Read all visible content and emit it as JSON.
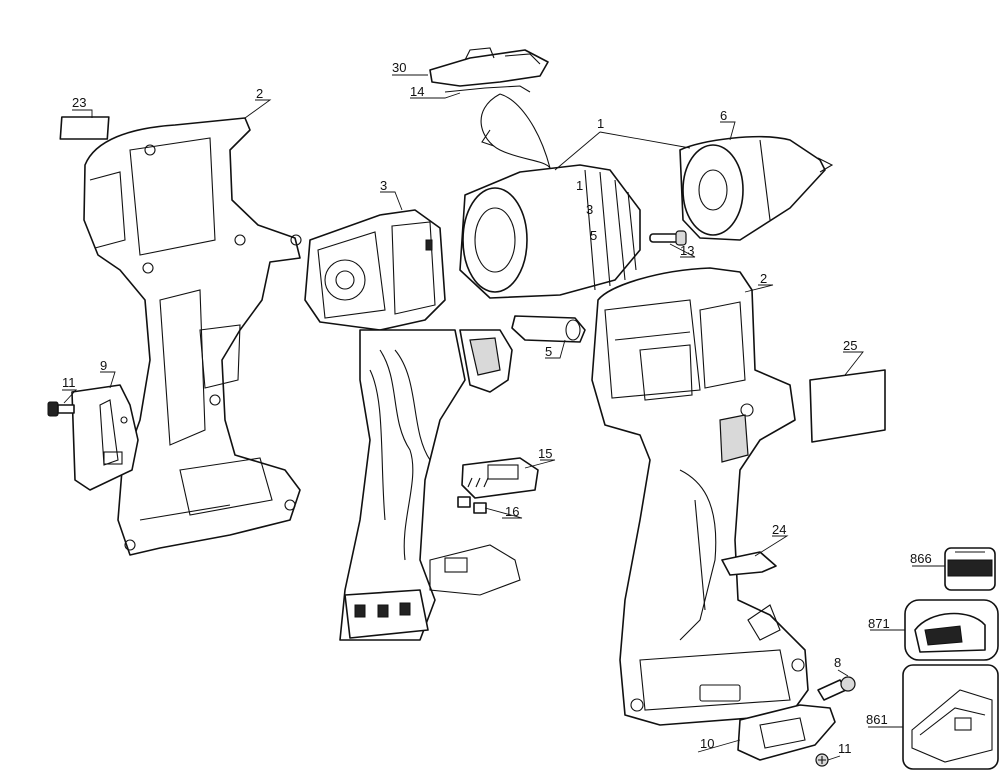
{
  "callouts": [
    {
      "id": "c30",
      "label": "30"
    },
    {
      "id": "c14",
      "label": "14"
    },
    {
      "id": "c23",
      "label": "23"
    },
    {
      "id": "c2a",
      "label": "2"
    },
    {
      "id": "c1",
      "label": "1"
    },
    {
      "id": "c6",
      "label": "6"
    },
    {
      "id": "c3",
      "label": "3"
    },
    {
      "id": "c13",
      "label": "13"
    },
    {
      "id": "c2b",
      "label": "2"
    },
    {
      "id": "c5",
      "label": "5"
    },
    {
      "id": "c25",
      "label": "25"
    },
    {
      "id": "c11a",
      "label": "11"
    },
    {
      "id": "c9",
      "label": "9"
    },
    {
      "id": "c15",
      "label": "15"
    },
    {
      "id": "c16",
      "label": "16"
    },
    {
      "id": "c24",
      "label": "24"
    },
    {
      "id": "c866",
      "label": "866"
    },
    {
      "id": "c871",
      "label": "871"
    },
    {
      "id": "c8",
      "label": "8"
    },
    {
      "id": "c861",
      "label": "861"
    },
    {
      "id": "c10",
      "label": "10"
    },
    {
      "id": "c11b",
      "label": "11"
    }
  ],
  "gearbox_digits": [
    "1",
    "3",
    "5"
  ]
}
